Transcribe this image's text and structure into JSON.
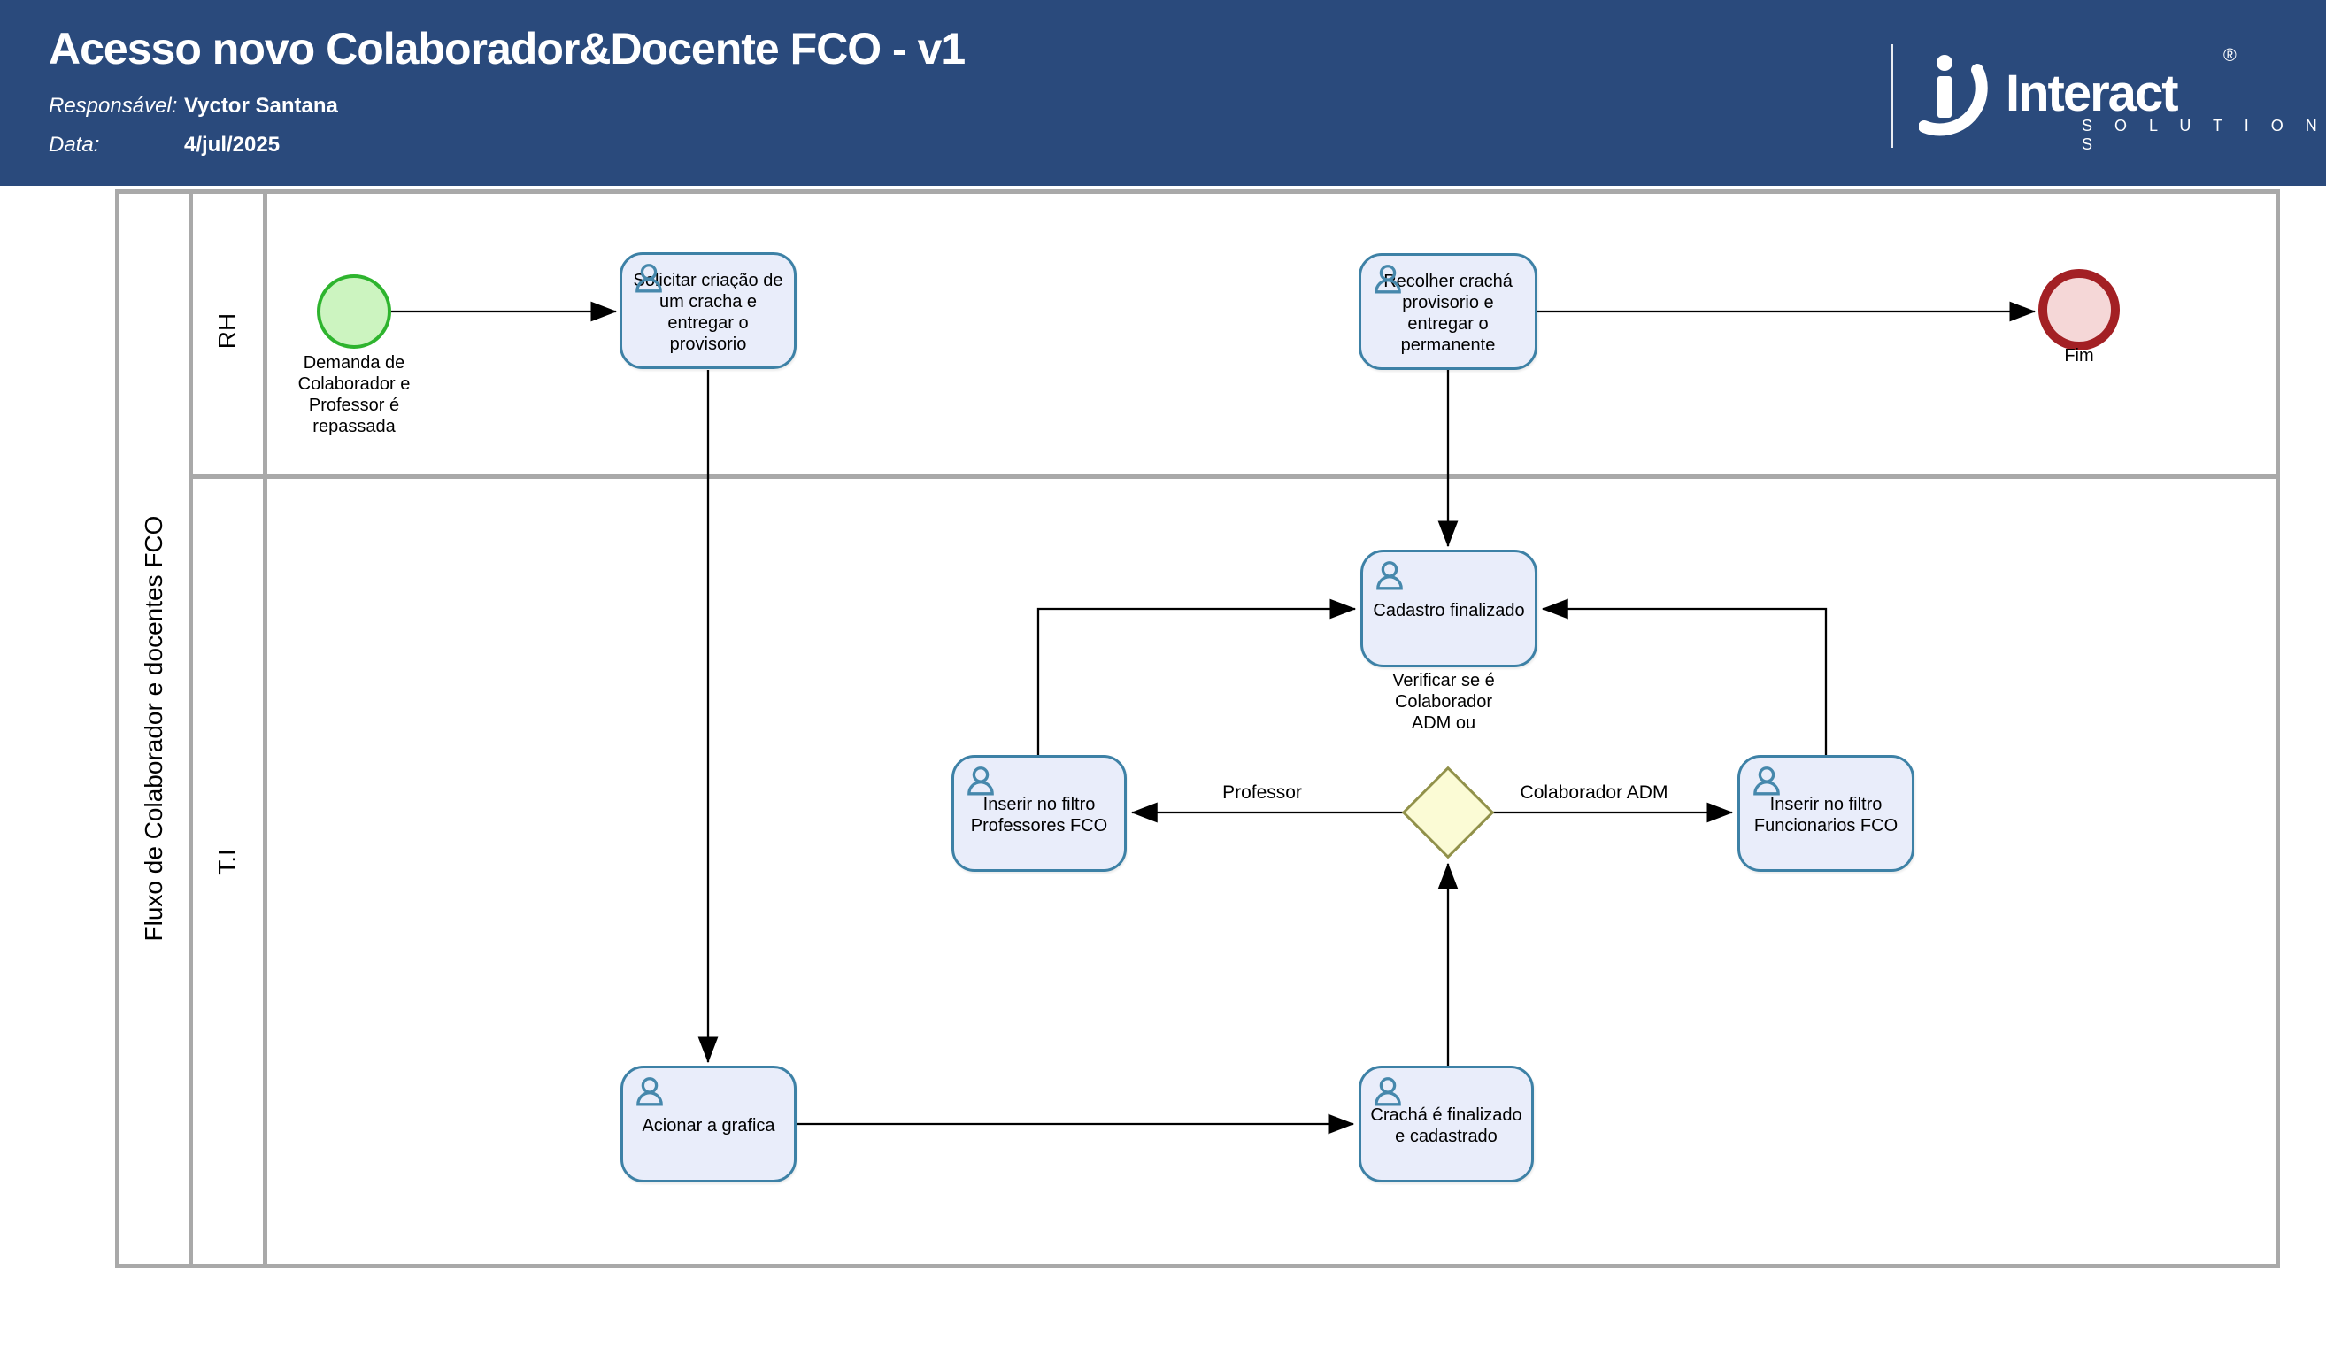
{
  "header": {
    "title": "Acesso novo Colaborador&Docente FCO - v1",
    "responsavel_label": "Responsável:",
    "responsavel_value": "Vyctor Santana",
    "data_label": "Data:",
    "data_value": "4/jul/2025",
    "logo": {
      "brand": "Interact",
      "sub": "S O L U T I O N S",
      "reg": "®"
    }
  },
  "pool": {
    "label": "Fluxo de Colaborador e docentes FCO",
    "lanes": [
      {
        "label": "RH"
      },
      {
        "label": "T.I"
      }
    ]
  },
  "nodes": {
    "start_label": "Demanda de Colaborador e Professor é repassada",
    "task_solicitar": "Solicitar criação de um cracha e entregar o provisorio",
    "task_recolher": "Recolher crachá provisorio e entregar o permanente",
    "end_label": "Fim",
    "task_cadastro": "Cadastro finalizado",
    "cadastro_note": "Verificar se é Colaborador ADM ou",
    "task_professores": "Inserir no filtro Professores FCO",
    "task_funcionarios": "Inserir no filtro Funcionarios FCO",
    "task_acionar": "Acionar a grafica",
    "task_cracha": "Crachá é finalizado e cadastrado"
  },
  "edges": {
    "professor_label": "Professor",
    "colaborador_label": "Colaborador ADM"
  },
  "colors": {
    "header_bg": "#2a4a7c",
    "task_fill": "#e9edfa",
    "task_border": "#3d81a6",
    "start_fill": "#ccf4c0",
    "start_border": "#2eb42e",
    "end_fill": "#f5d7d7",
    "end_border": "#a32024",
    "gateway_fill": "#fbfbd5",
    "gateway_border": "#91914a",
    "lane_border": "#a9a9a9",
    "arrow": "#000000"
  }
}
